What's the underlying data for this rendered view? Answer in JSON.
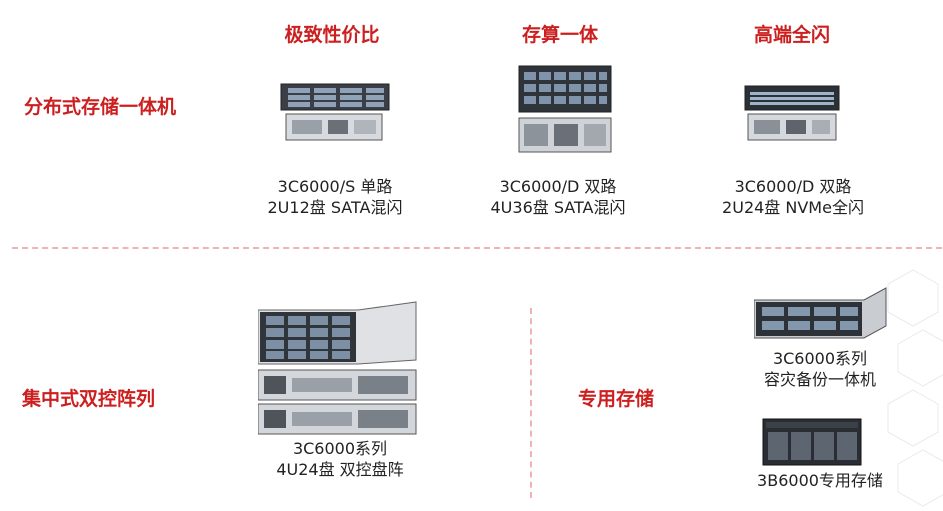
{
  "headers": {
    "col1": "极致性价比",
    "col2": "存算一体",
    "col3": "高端全闪"
  },
  "rows": {
    "distributed": "分布式存储一体机",
    "centralized": "集中式双控阵列",
    "dedicated": "专用存储"
  },
  "products": {
    "p1": {
      "line1": "3C6000/S 单路",
      "line2": "2U12盘 SATA混闪"
    },
    "p2": {
      "line1": "3C6000/D 双路",
      "line2": "4U36盘 SATA混闪"
    },
    "p3": {
      "line1": "3C6000/D 双路",
      "line2": "2U24盘 NVMe全闪"
    },
    "p4": {
      "line1": "3C6000系列",
      "line2": "4U24盘 双控盘阵"
    },
    "p5": {
      "line1": "3C6000系列",
      "line2": "容灾备份一体机"
    },
    "p6": {
      "line1": "3B6000专用存储"
    }
  },
  "colors": {
    "accent": "#cc1f1f",
    "divider": "#f0b3b3"
  }
}
